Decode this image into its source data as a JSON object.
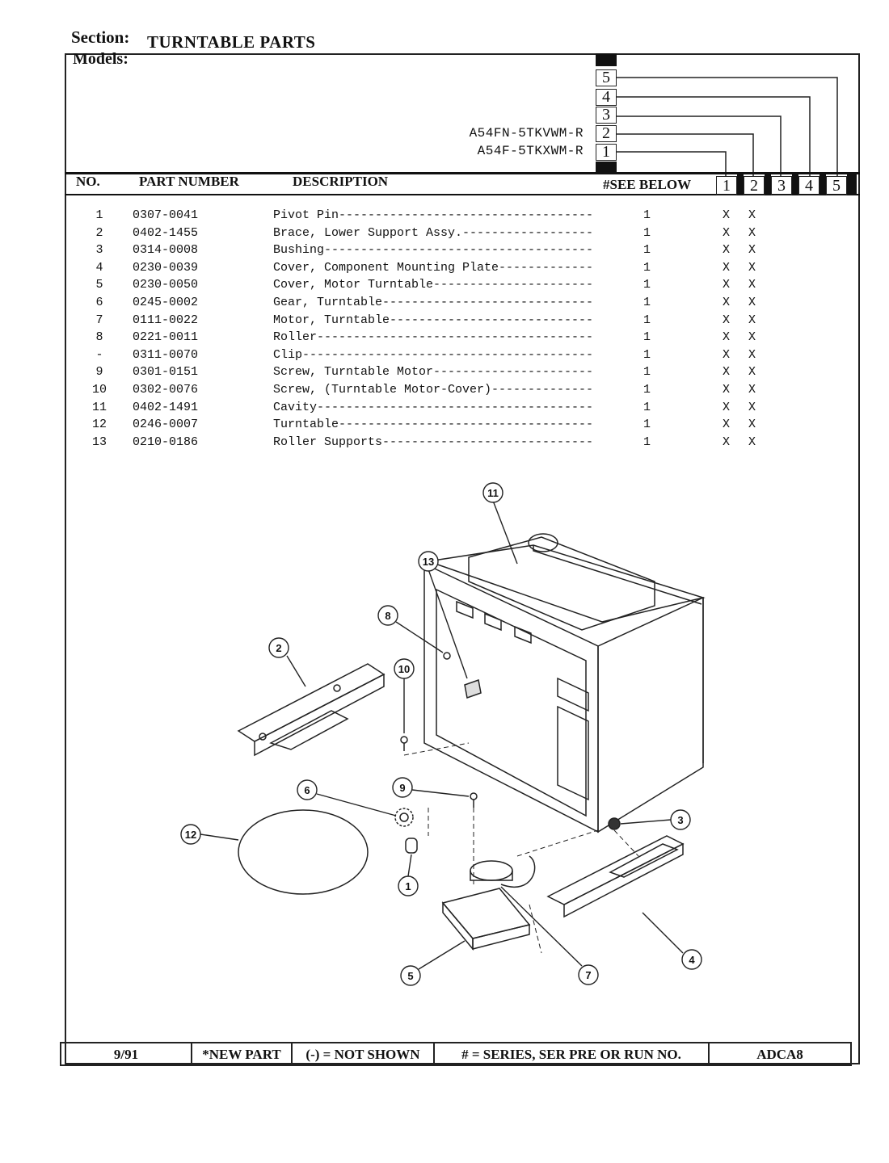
{
  "section": {
    "label": "Section:",
    "title": "TURNTABLE PARTS"
  },
  "models": {
    "label": "Models:",
    "list": [
      "A54FN-5TKVWM-R",
      "A54F-5TKXWM-R"
    ],
    "numbers": [
      "5",
      "4",
      "3",
      "2",
      "1"
    ]
  },
  "table_header": {
    "no": "NO.",
    "part_number": "PART NUMBER",
    "description": "DESCRIPTION",
    "see_below": "#SEE BELOW",
    "series": [
      "1",
      "2",
      "3",
      "4",
      "5"
    ]
  },
  "parts": [
    {
      "no": "1",
      "pn": "0307-0041",
      "desc": "Pivot Pin",
      "qty": "1",
      "s1": "X",
      "s2": "X"
    },
    {
      "no": "2",
      "pn": "0402-1455",
      "desc": "Brace, Lower Support Assy.",
      "qty": "1",
      "s1": "X",
      "s2": "X"
    },
    {
      "no": "3",
      "pn": "0314-0008",
      "desc": "Bushing",
      "qty": "1",
      "s1": "X",
      "s2": "X"
    },
    {
      "no": "4",
      "pn": "0230-0039",
      "desc": "Cover, Component Mounting Plate",
      "qty": "1",
      "s1": "X",
      "s2": "X"
    },
    {
      "no": "5",
      "pn": "0230-0050",
      "desc": "Cover, Motor Turntable",
      "qty": "1",
      "s1": "X",
      "s2": "X"
    },
    {
      "no": "6",
      "pn": "0245-0002",
      "desc": "Gear, Turntable",
      "qty": "1",
      "s1": "X",
      "s2": "X"
    },
    {
      "no": "7",
      "pn": "0111-0022",
      "desc": "Motor, Turntable",
      "qty": "1",
      "s1": "X",
      "s2": "X"
    },
    {
      "no": "8",
      "pn": "0221-0011",
      "desc": "Roller",
      "qty": "1",
      "s1": "X",
      "s2": "X"
    },
    {
      "no": "-",
      "pn": "0311-0070",
      "desc": "Clip",
      "qty": "1",
      "s1": "X",
      "s2": "X"
    },
    {
      "no": "9",
      "pn": "0301-0151",
      "desc": "Screw, Turntable Motor",
      "qty": "1",
      "s1": "X",
      "s2": "X"
    },
    {
      "no": "10",
      "pn": "0302-0076",
      "desc": "Screw, (Turntable Motor-Cover)",
      "qty": "1",
      "s1": "X",
      "s2": "X"
    },
    {
      "no": "11",
      "pn": "0402-1491",
      "desc": "Cavity",
      "qty": "1",
      "s1": "X",
      "s2": "X"
    },
    {
      "no": "12",
      "pn": "0246-0007",
      "desc": "Turntable",
      "qty": "1",
      "s1": "X",
      "s2": "X"
    },
    {
      "no": "13",
      "pn": "0210-0186",
      "desc": "Roller Supports",
      "qty": "1",
      "s1": "X",
      "s2": "X"
    }
  ],
  "callouts": [
    "1",
    "2",
    "3",
    "4",
    "5",
    "6",
    "7",
    "8",
    "9",
    "10",
    "11",
    "12",
    "13"
  ],
  "footer": {
    "date": "9/91",
    "new_part": "*NEW PART",
    "not_shown": "(-) = NOT SHOWN",
    "series_note": "# = SERIES, SER PRE OR RUN NO.",
    "code": "ADCA8"
  }
}
